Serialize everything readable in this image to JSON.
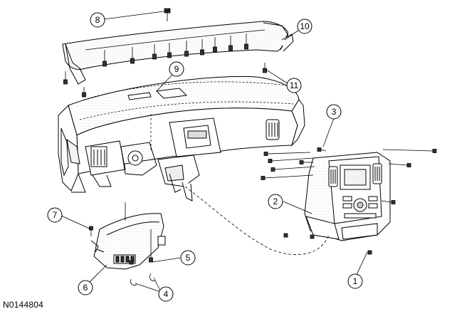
{
  "figure_id": "N0144804",
  "callouts": [
    "1",
    "2",
    "3",
    "4",
    "5",
    "6",
    "7",
    "8",
    "9",
    "10",
    "11"
  ]
}
